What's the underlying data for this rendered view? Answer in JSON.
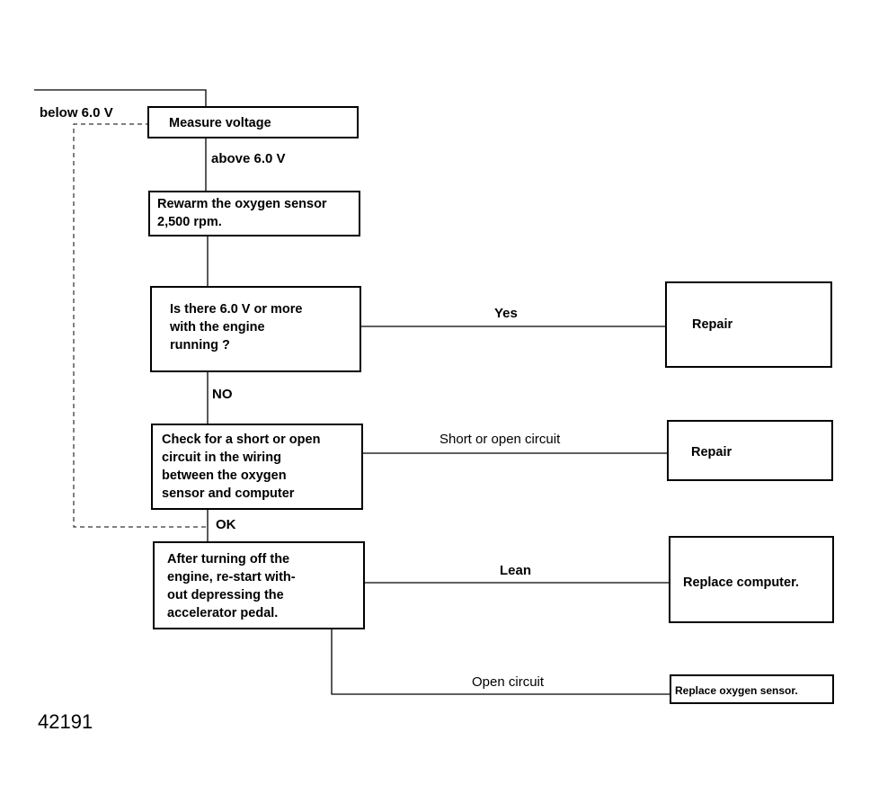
{
  "boxes": {
    "measure": "Measure voltage",
    "rewarm": "Rewarm the oxygen sensor\n2,500 rpm.",
    "question": "Is there 6.0 V or more\nwith the engine\nrunning ?",
    "check": "Check for a short or open\ncircuit in the wiring\nbetween the oxygen\nsensor and computer",
    "after": "After turning off the\nengine, re-start with-\nout depressing the\naccelerator pedal.",
    "repair1": "Repair",
    "repair2": "Repair",
    "replace_computer": "Replace computer.",
    "replace_sensor": "Replace oxygen sensor."
  },
  "labels": {
    "below": "below 6.0 V",
    "above": "above 6.0 V",
    "yes": "Yes",
    "no": "NO",
    "short_open": "Short or open circuit",
    "ok": "OK",
    "lean": "Lean",
    "open_circuit": "Open circuit"
  },
  "figure_number": "42191"
}
